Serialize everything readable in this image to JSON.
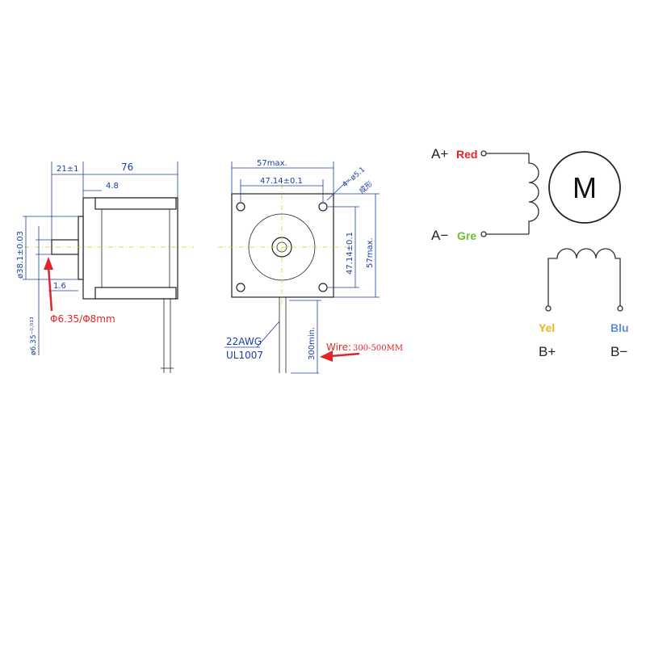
{
  "side_view": {
    "dim_flange": "21±1",
    "dim_length": "76",
    "dim_offset": "4.8",
    "dim_boss": "ø38.1±0.03",
    "dim_shaft_len": "1.6",
    "dim_shaft_dia": "ø6.35⁻⁰·⁰¹³",
    "shaft_callout": "Φ6.35/Φ8mm"
  },
  "front_view": {
    "dim_width_max": "57max.",
    "dim_hole_spacing_h": "47.14±0.1",
    "dim_holes": "4−ø5.1",
    "dim_holes_note": "成形",
    "dim_hole_spacing_v": "47.14±0.1",
    "dim_height_max": "57max.",
    "wire_gauge": "22AWG",
    "wire_type": "UL1007",
    "dim_wire_min": "300min.",
    "wire_label": "Wire:",
    "wire_range": "300-500MM"
  },
  "schematic": {
    "motor_label": "M",
    "a_plus": "A+",
    "a_plus_color": "Red",
    "a_minus": "A−",
    "a_minus_color": "Gre",
    "b_plus_color": "Yel",
    "b_plus": "B+",
    "b_minus_color": "Blu",
    "b_minus": "B−",
    "colors": {
      "red": "#e0262a",
      "green": "#6cbf2a",
      "yellow": "#f2b21c",
      "blue": "#5b8fd6"
    }
  }
}
